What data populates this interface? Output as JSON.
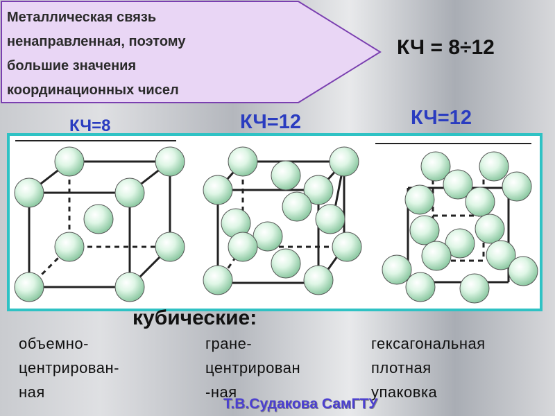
{
  "heading": {
    "line1": "Металлическая связь",
    "line2": "ненаправленная, поэтому",
    "line3": "большие значения",
    "line4": "координационных чисел"
  },
  "kch_range": "КЧ = 8÷12",
  "structures": [
    {
      "kch": "КЧ=8",
      "name": "объемно-\nцентрирован-\nная"
    },
    {
      "kch": "КЧ=12",
      "name": "гране-\nцентрирован\n-ная"
    },
    {
      "kch": "КЧ=12",
      "name": "гексагональная\nплотная\nупаковка"
    }
  ],
  "cubic_label": "кубические:",
  "author": "Т.В.Судакова СамГТУ",
  "colors": {
    "arrow_fill": "#e9d6f5",
    "arrow_border": "#7a3fb0",
    "kch_label": "#2a3cc0",
    "panel_border": "#2fc2c4",
    "atom": "#c9efd6",
    "author": "#4b3fd0"
  }
}
